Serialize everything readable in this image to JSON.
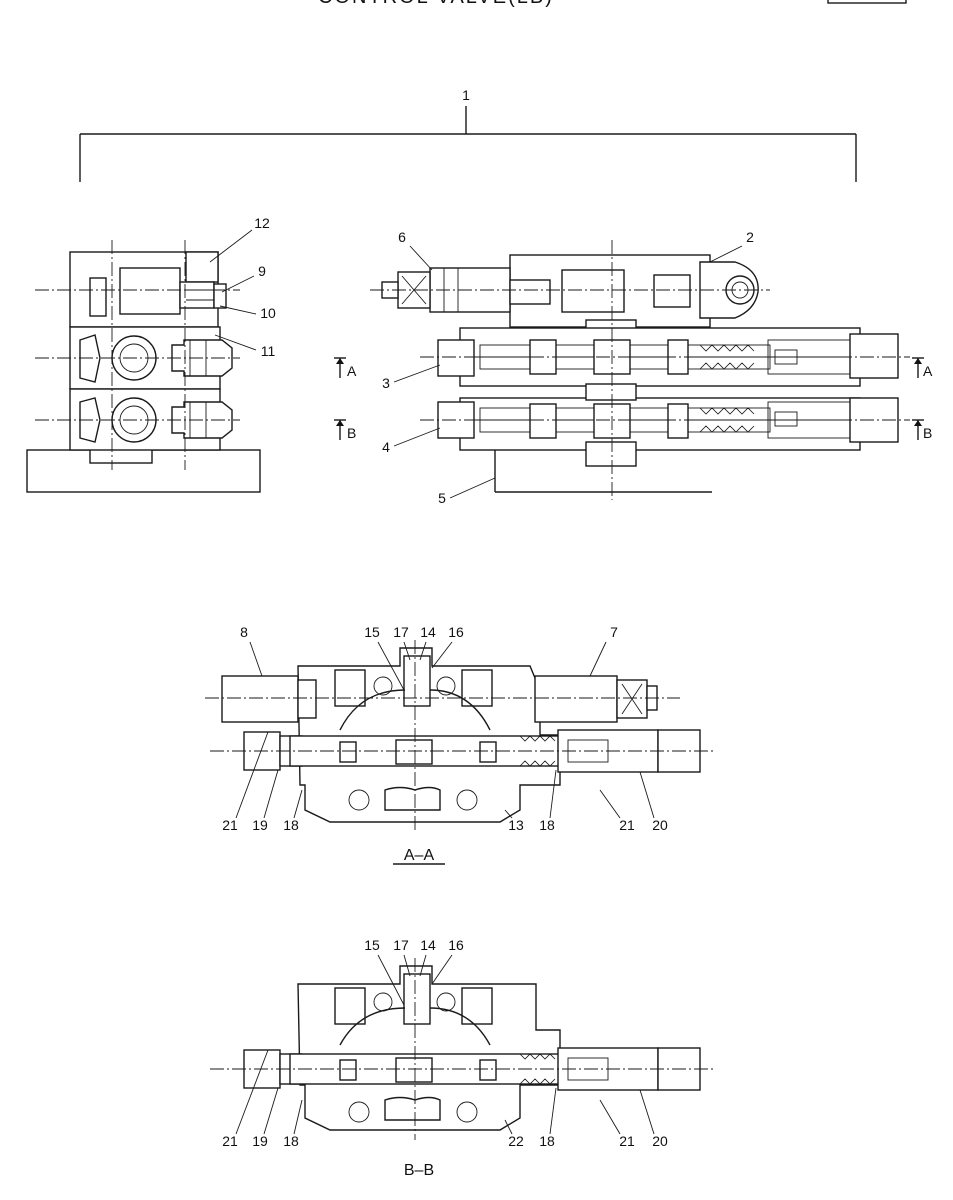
{
  "header": {
    "title": "CONTROL VALVE(LB)"
  },
  "callouts": [
    "1",
    "2",
    "3",
    "4",
    "5",
    "6",
    "7",
    "8",
    "9",
    "10",
    "11",
    "12",
    "13",
    "14",
    "15",
    "16",
    "17",
    "18",
    "19",
    "20",
    "21",
    "22"
  ],
  "section_marks": {
    "a": "A",
    "b": "B"
  },
  "sections": {
    "aa": "A–A",
    "bb": "B–B"
  }
}
